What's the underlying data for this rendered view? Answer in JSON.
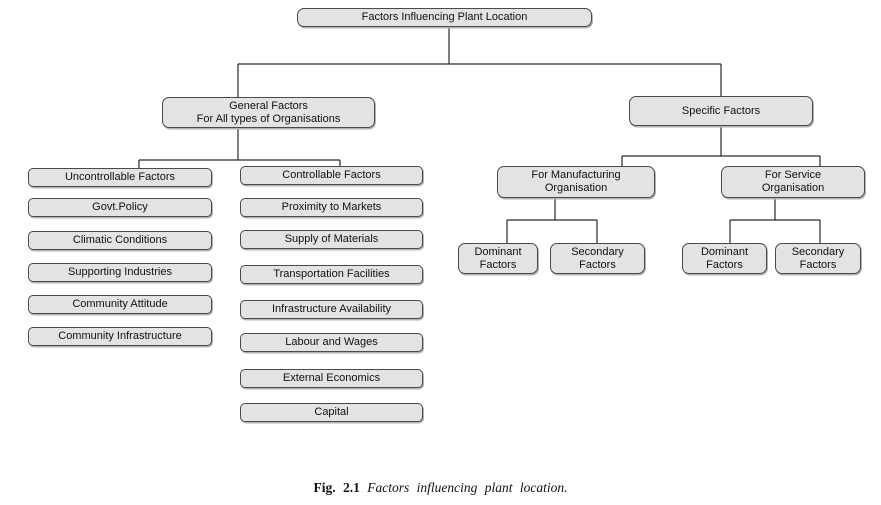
{
  "diagram": {
    "root": {
      "label": "Factors Influencing Plant Location"
    },
    "general": {
      "line1": "General Factors",
      "line2": "For All types of Organisations"
    },
    "specific": {
      "label": "Specific Factors"
    },
    "uncontrollable": {
      "header": "Uncontrollable Factors",
      "items": [
        "Govt.Policy",
        "Climatic Conditions",
        "Supporting Industries",
        "Community Attitude",
        "Community Infrastructure"
      ]
    },
    "controllable": {
      "header": "Controllable Factors",
      "items": [
        "Proximity to Markets",
        "Supply of Materials",
        "Transportation Facilities",
        "Infrastructure Availability",
        "Labour and Wages",
        "External Economics",
        "Capital"
      ]
    },
    "manufacturing": {
      "line1": "For Manufacturing",
      "line2": "Organisation"
    },
    "service": {
      "line1": "For Service",
      "line2": "Organisation"
    },
    "manufacturing_children": [
      {
        "line1": "Dominant",
        "line2": "Factors"
      },
      {
        "line1": "Secondary",
        "line2": "Factors"
      }
    ],
    "service_children": [
      {
        "line1": "Dominant",
        "line2": "Factors"
      },
      {
        "line1": "Secondary",
        "line2": "Factors"
      }
    ]
  },
  "caption": {
    "prefix": "Fig. 2.1",
    "text": "Factors influencing plant location."
  },
  "colors": {
    "background": "#ffffff",
    "box_fill": "#e3e3e3",
    "box_border": "#4a4a4a",
    "connector_line": "#2a2a2a",
    "text": "#111111"
  }
}
